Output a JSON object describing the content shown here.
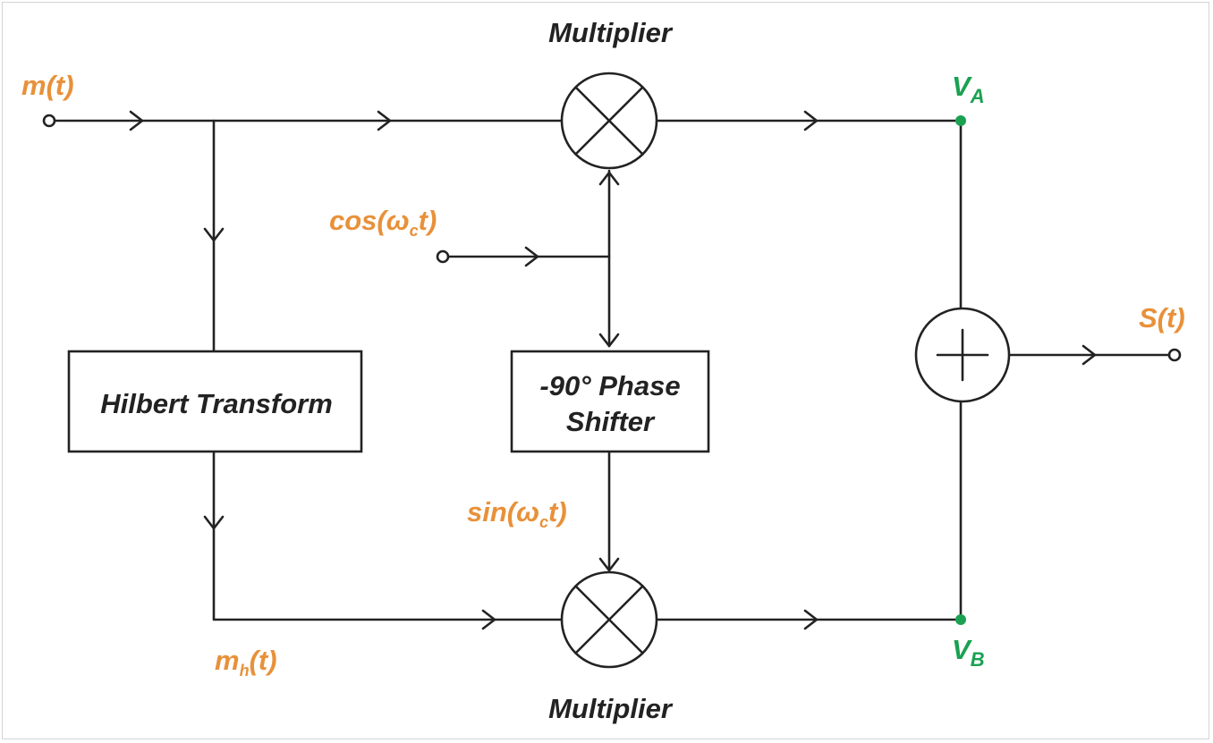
{
  "diagram": {
    "labels": {
      "m_t": "m(t)",
      "cos_prefix": "cos(ω",
      "cos_sub": "c",
      "cos_suffix": "t)",
      "sin_prefix": "sin(ω",
      "sin_sub": "c",
      "sin_suffix": "t)",
      "mh_prefix": "m",
      "mh_sub": "h",
      "mh_suffix": "(t)",
      "va_main": "V",
      "va_sub": "A",
      "vb_main": "V",
      "vb_sub": "B",
      "s_t": "S(t)",
      "multiplier_top": "Multiplier",
      "multiplier_bottom": "Multiplier"
    },
    "blocks": {
      "hilbert": "Hilbert Transform",
      "phase_line1": "-90° Phase",
      "phase_line2": "Shifter"
    },
    "colors": {
      "signal_label": "#e8913a",
      "node_label": "#1aa152",
      "line": "#222222"
    },
    "icons": {
      "multiplier": "circle-x-icon",
      "adder": "circle-plus-icon"
    }
  }
}
